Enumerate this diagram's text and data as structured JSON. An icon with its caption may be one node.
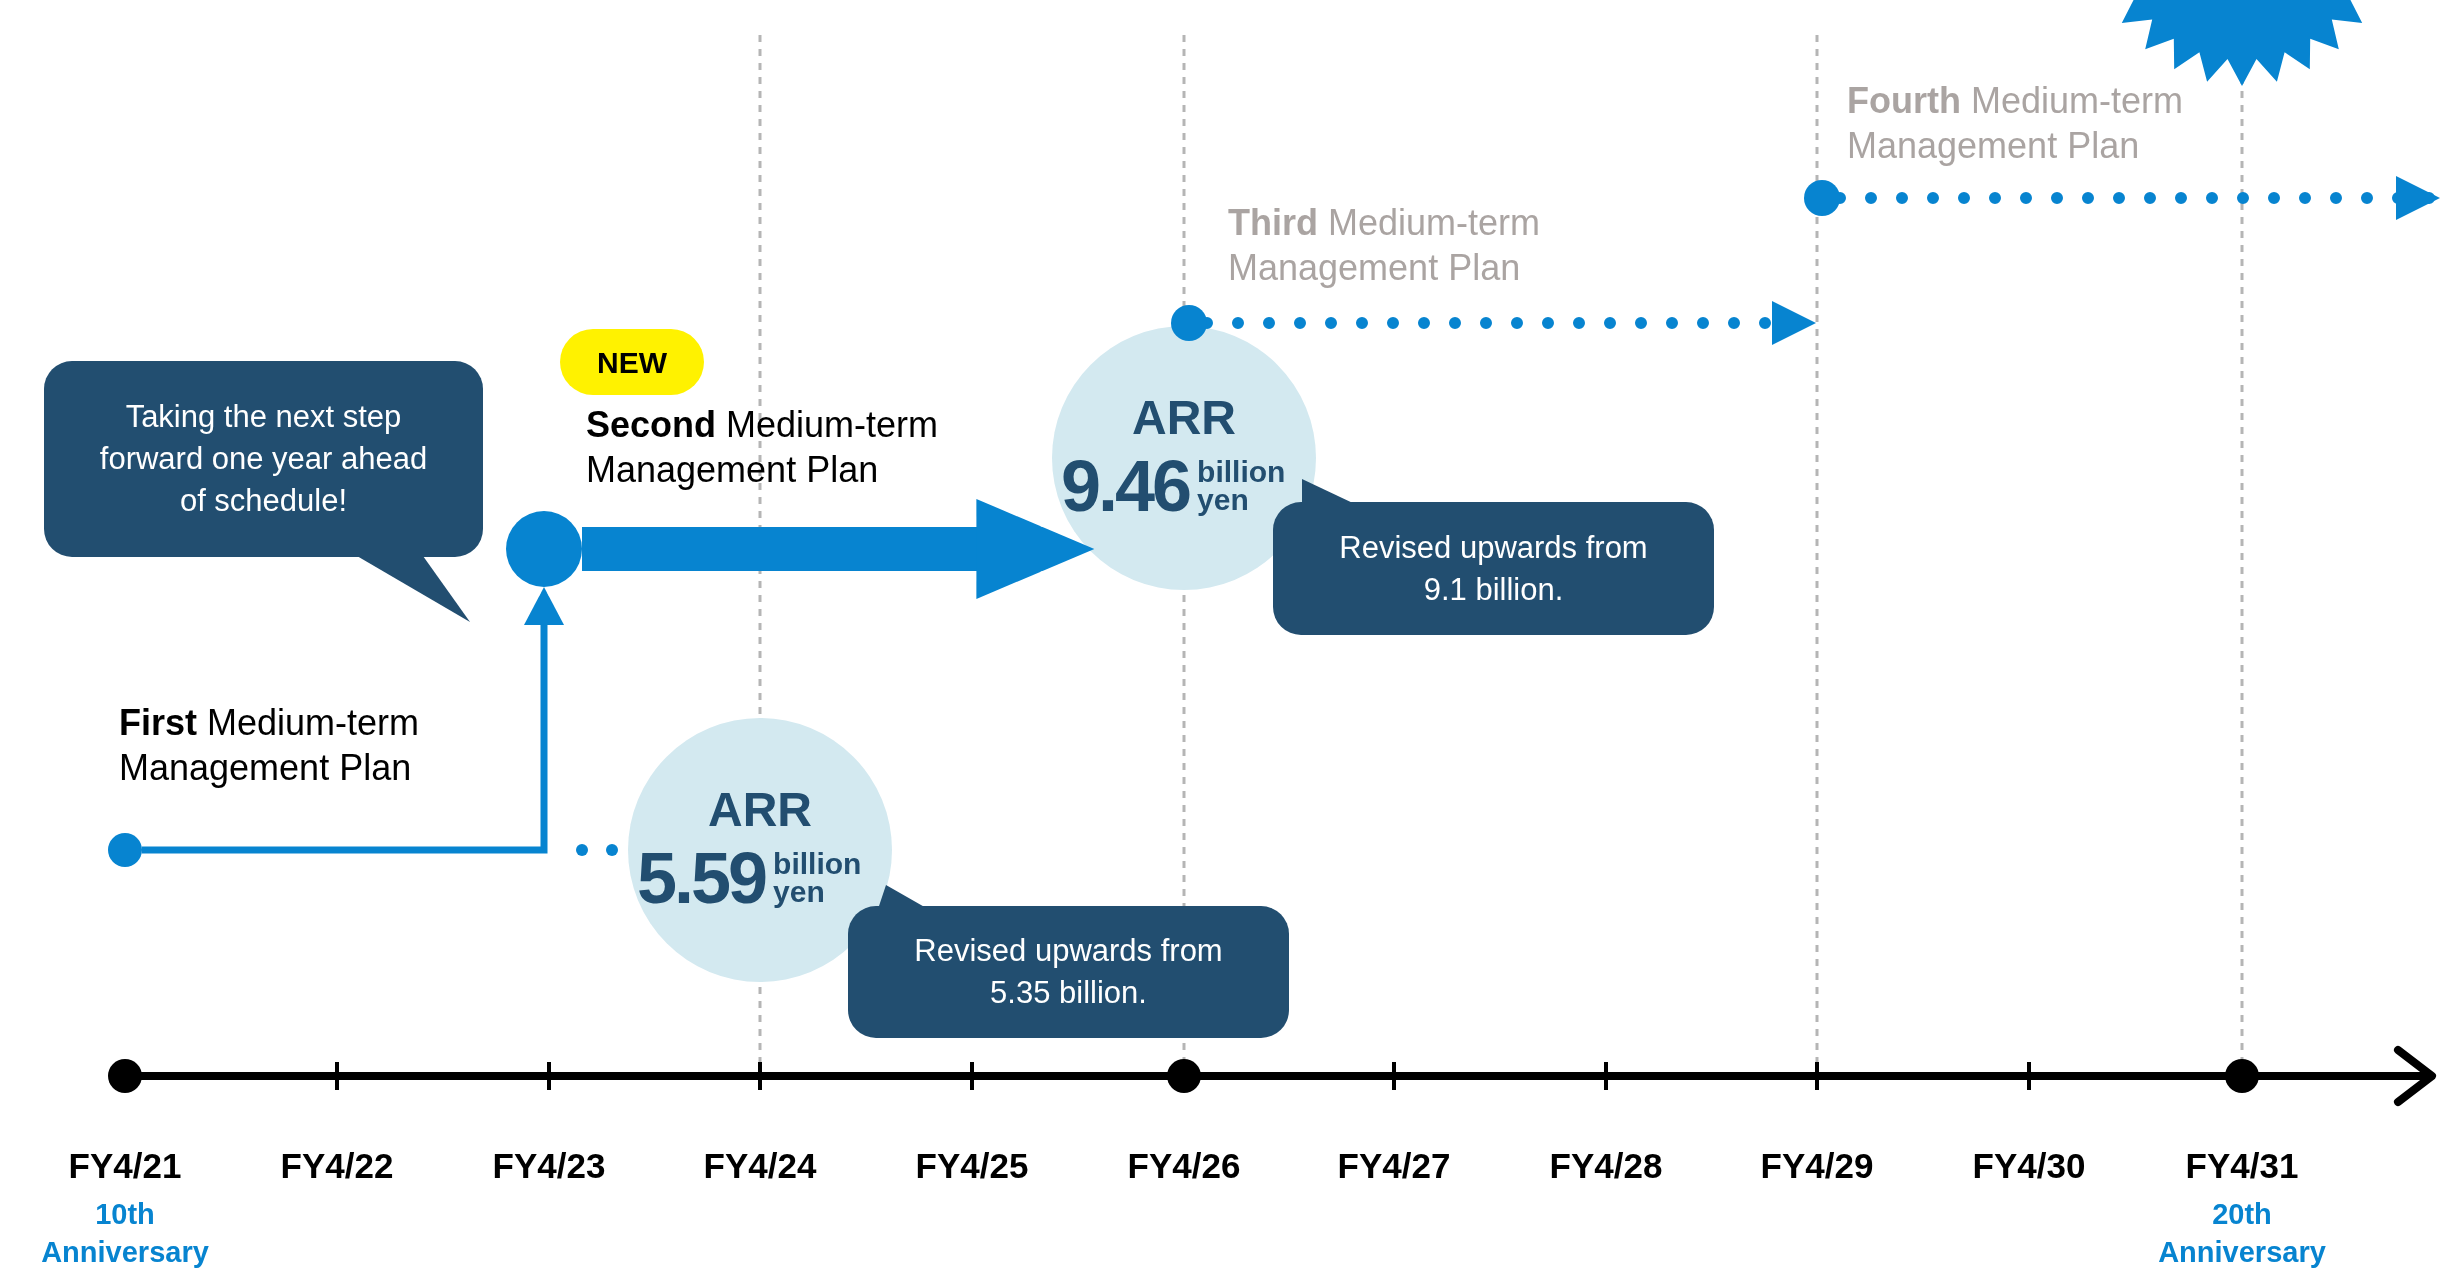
{
  "diagram": {
    "nodes": [
      {
        "text": [],
        "shape": "circle",
        "beside": [
          "**First** Medium-term Management Plan"
        ]
      },
      {
        "text": [],
        "shape": "circle",
        "beside": [
          "**Second** Medium-term Management Plan"
        ]
      },
      {
        "text": [
          "NEW"
        ]
      },
      {
        "text": [
          "Taking the next step forward one year ahead of schedule!"
        ]
      },
      {
        "text": [
          "ARR",
          "5.59",
          "billion yen"
        ]
      },
      {
        "text": [
          "Revised upwards from 5.35 billion."
        ]
      },
      {
        "text": [
          "ARR",
          "9.46",
          "billion yen"
        ]
      },
      {
        "text": [
          "Revised upwards from 9.1 billion."
        ]
      },
      {
        "text": [],
        "shape": "circle",
        "beside": [
          "**Third** Medium-term Management Plan"
        ]
      },
      {
        "text": [],
        "shape": "circle",
        "beside": [
          "**Fourth** Medium-term Management Plan"
        ]
      },
      {
        "text": [],
        "shape": "starburst"
      }
    ],
    "edges": [
      {
        "from": 0,
        "to": 1,
        "arrow": "to"
      },
      {
        "from": 1,
        "to": 6,
        "arrow": "to",
        "style": "thick"
      },
      {
        "from": 8,
        "to": null,
        "arrow": "to",
        "style": "dashed"
      },
      {
        "from": 9,
        "to": null,
        "arrow": "to",
        "style": "dashed"
      }
    ],
    "labels": [
      "FY4/21",
      "FY4/22",
      "FY4/23",
      "FY4/24",
      "FY4/25",
      "FY4/26",
      "FY4/27",
      "FY4/28",
      "FY4/29",
      "FY4/30",
      "FY4/31",
      "10th Anniversary",
      "20th Anniversary"
    ]
  }
}
